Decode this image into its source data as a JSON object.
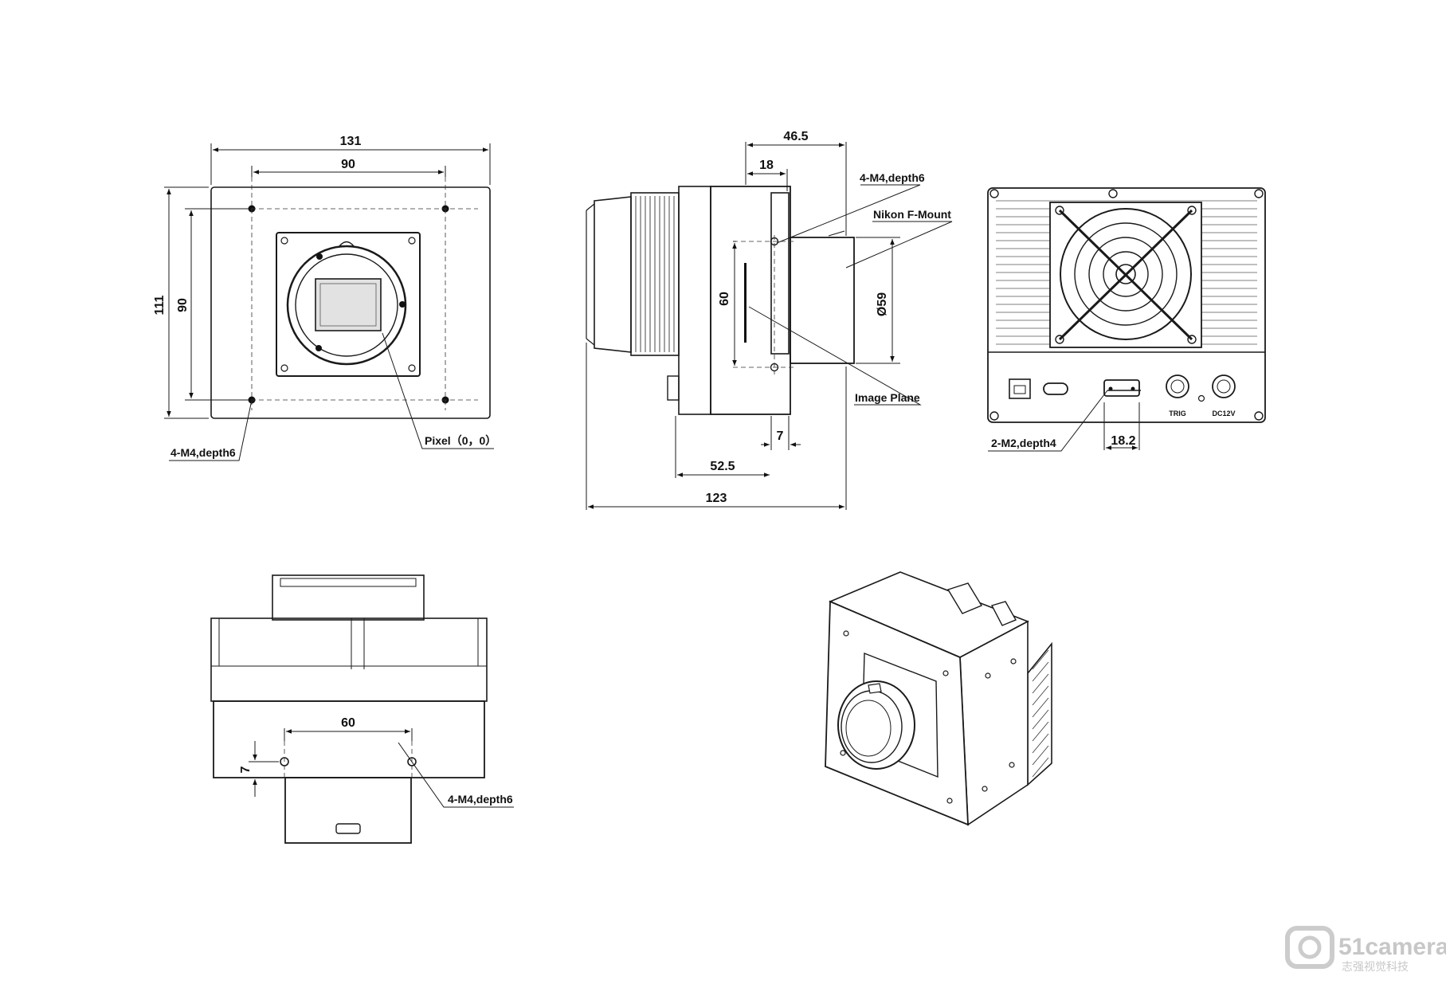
{
  "front_view": {
    "dim_width_outer": "131",
    "dim_width_inner": "90",
    "dim_height_outer": "111",
    "dim_height_inner": "90",
    "label_holes": "4-M4,depth6",
    "label_pixel": "Pixel（0，0）"
  },
  "side_view": {
    "dim_mount_depth": "46.5",
    "dim_offset": "18",
    "dim_square": "60",
    "dim_diameter": "Ø59",
    "dim_flange": "7",
    "dim_body": "52.5",
    "dim_total": "123",
    "label_holes": "4-M4,depth6",
    "label_mount": "Nikon F-Mount",
    "label_image_plane": "Image Plane"
  },
  "rear_view": {
    "label_holes": "2-M2,depth4",
    "dim_connector": "18.2",
    "label_trig": "TRIG",
    "label_power": "DC12V"
  },
  "bottom_view": {
    "dim_spacing": "60",
    "dim_offset": "7",
    "label_holes": "4-M4,depth6"
  },
  "watermark": {
    "brand": "51camera",
    "subtitle": "志强视觉科技"
  }
}
